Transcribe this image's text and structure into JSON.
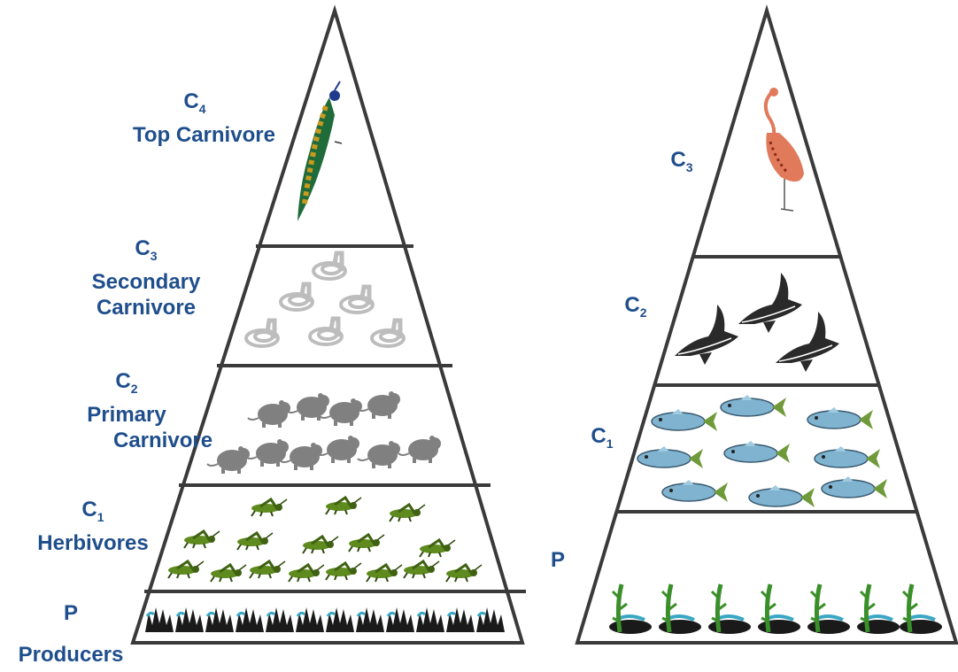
{
  "left_pyramid": {
    "levels": [
      {
        "code": "C",
        "sub": "4",
        "name_lines": [
          "Top Carnivore"
        ],
        "organism": "peacock-icon"
      },
      {
        "code": "C",
        "sub": "3",
        "name_lines": [
          "Secondary",
          "Carnivore"
        ],
        "organism": "snake-icon"
      },
      {
        "code": "C",
        "sub": "2",
        "name_lines": [
          "Primary",
          "Carnivore"
        ],
        "organism": "rat-icon"
      },
      {
        "code": "C",
        "sub": "1",
        "name_lines": [
          "Herbivores"
        ],
        "organism": "grasshopper-icon"
      },
      {
        "code": "P",
        "sub": "",
        "name_lines": [
          "Producers"
        ],
        "organism": "grass-icon"
      }
    ]
  },
  "right_pyramid": {
    "levels": [
      {
        "code": "C",
        "sub": "3",
        "organism": "flamingo-icon"
      },
      {
        "code": "C",
        "sub": "2",
        "organism": "shark-icon"
      },
      {
        "code": "C",
        "sub": "1",
        "organism": "fish-icon"
      },
      {
        "code": "P",
        "sub": "",
        "organism": "seaweed-icon"
      }
    ]
  },
  "colors": {
    "label": "#1f4e8c",
    "outline": "#3a3a3a",
    "snake": "#bdbdbd",
    "rat": "#808080",
    "grasshopper": "#5e8a1e",
    "grass": "#1a1a1a",
    "water": "#3aa7c4",
    "fish": "#7fb3cf",
    "shark": "#2a2a2a",
    "flamingo": "#e07a5a",
    "peacock": "#1f6b3a"
  }
}
